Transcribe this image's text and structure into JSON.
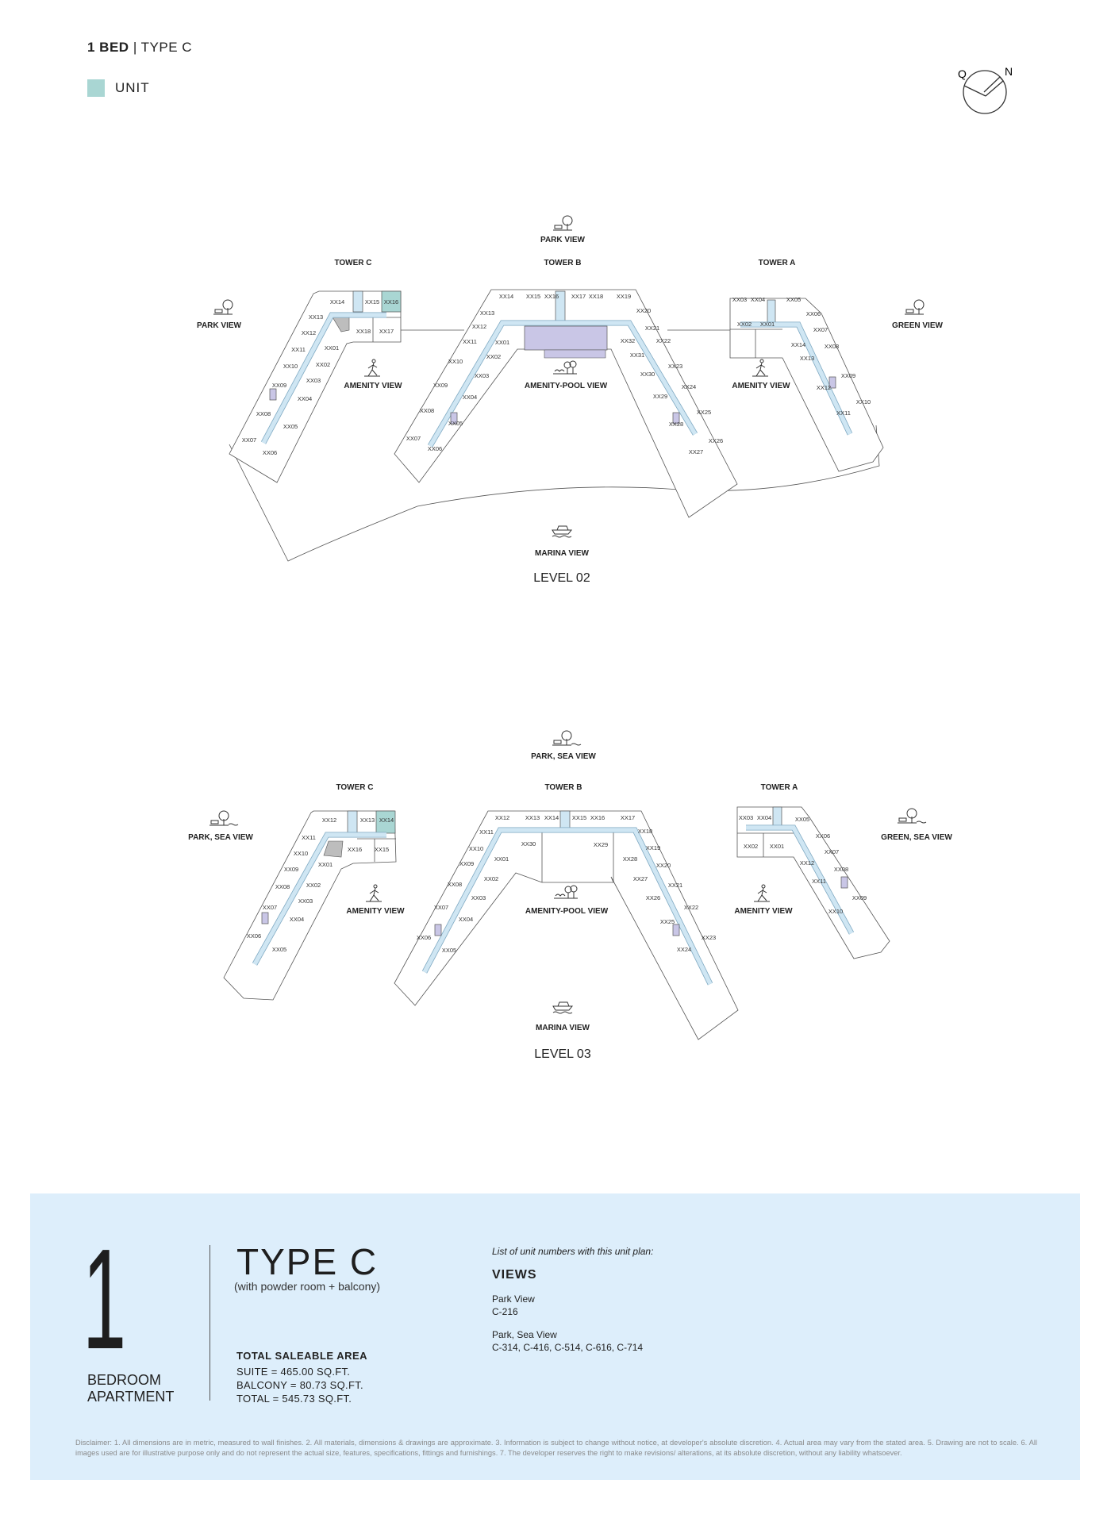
{
  "header": {
    "bed": "1 BED",
    "separator": "|",
    "type": "TYPE C"
  },
  "legend": {
    "label": "UNIT",
    "color": "#a9d6d3"
  },
  "compass": {
    "left_letter": "Q",
    "right_letter": "N"
  },
  "levels": [
    {
      "title": "LEVEL 02",
      "views": {
        "top": "PARK VIEW",
        "left": "PARK VIEW",
        "right": "GREEN VIEW",
        "bottom": "MARINA VIEW",
        "amenity_c": "AMENITY VIEW",
        "amenity_b": "AMENITY-POOL VIEW",
        "amenity_a": "AMENITY VIEW"
      },
      "towers": [
        {
          "name": "TOWER C",
          "highlighted_unit": "XX16",
          "units": [
            "XX14",
            "XX15",
            "XX16",
            "XX13",
            "XX12",
            "XX11",
            "XX10",
            "XX09",
            "XX08",
            "XX07",
            "XX06",
            "XX05",
            "XX04",
            "XX03",
            "XX02",
            "XX01",
            "XX18",
            "XX17"
          ]
        },
        {
          "name": "TOWER B",
          "units": [
            "XX14",
            "XX15",
            "XX16",
            "XX17",
            "XX18",
            "XX19",
            "XX20",
            "XX21",
            "XX22",
            "XX23",
            "XX24",
            "XX25",
            "XX26",
            "XX27",
            "XX28",
            "XX29",
            "XX30",
            "XX31",
            "XX32",
            "XX13",
            "XX12",
            "XX11",
            "XX10",
            "XX09",
            "XX08",
            "XX07",
            "XX06",
            "XX05",
            "XX04",
            "XX03",
            "XX02",
            "XX01"
          ]
        },
        {
          "name": "TOWER A",
          "units": [
            "XX03",
            "XX04",
            "XX05",
            "XX02",
            "XX01",
            "XX06",
            "XX07",
            "XX08",
            "XX09",
            "XX10",
            "XX11",
            "XX12",
            "XX13",
            "XX14"
          ]
        }
      ]
    },
    {
      "title": "LEVEL 03",
      "views": {
        "top": "PARK, SEA VIEW",
        "left": "PARK, SEA VIEW",
        "right": "GREEN, SEA VIEW",
        "bottom": "MARINA VIEW",
        "amenity_c": "AMENITY VIEW",
        "amenity_b": "AMENITY-POOL VIEW",
        "amenity_a": "AMENITY VIEW"
      },
      "towers": [
        {
          "name": "TOWER C",
          "highlighted_unit": "XX14",
          "units": [
            "XX12",
            "XX13",
            "XX14",
            "XX16",
            "XX15",
            "XX11",
            "XX10",
            "XX09",
            "XX08",
            "XX07",
            "XX06",
            "XX05",
            "XX04",
            "XX03",
            "XX02",
            "XX01"
          ]
        },
        {
          "name": "TOWER B",
          "units": [
            "XX12",
            "XX13",
            "XX14",
            "XX15",
            "XX16",
            "XX17",
            "XX30",
            "XX29",
            "XX11",
            "XX10",
            "XX09",
            "XX08",
            "XX07",
            "XX06",
            "XX05",
            "XX04",
            "XX03",
            "XX02",
            "XX01",
            "XX18",
            "XX19",
            "XX20",
            "XX21",
            "XX22",
            "XX23",
            "XX24",
            "XX25",
            "XX26",
            "XX27",
            "XX28"
          ]
        },
        {
          "name": "TOWER A",
          "units": [
            "XX03",
            "XX04",
            "XX05",
            "XX02",
            "XX01",
            "XX06",
            "XX07",
            "XX08",
            "XX09",
            "XX10",
            "XX11",
            "XX12"
          ]
        }
      ]
    }
  ],
  "summary": {
    "bedrooms": "1",
    "bedroom_line1": "BEDROOM",
    "bedroom_line2": "APARTMENT",
    "type_title": "TYPE C",
    "type_subtitle": "(with powder room + balcony)",
    "area_title": "TOTAL SALEABLE AREA",
    "suite": "SUITE = 465.00 SQ.FT.",
    "balcony": "BALCONY = 80.73 SQ.FT.",
    "total": "TOTAL = 545.73 SQ.FT.",
    "list_intro": "List of unit numbers with this unit plan:",
    "views_title": "VIEWS",
    "view_groups": [
      {
        "name": "Park View",
        "units": "C-216"
      },
      {
        "name": "Park, Sea View",
        "units": "C-314, C-416, C-514, C-616, C-714"
      }
    ]
  },
  "disclaimer": "Disclaimer: 1. All dimensions are in metric, measured to wall finishes. 2. All materials, dimensions & drawings are approximate. 3. Information is subject to change without notice, at developer's absolute discretion. 4. Actual area may vary from the stated area. 5. Drawing are not to scale. 6. All images used are for illustrative purpose only and do not represent the actual size, features, specifications, fittings and furnishings. 7. The developer reserves the right to make revisions/ alterations, at its absolute discretion, without any liability whatsoever.",
  "colors": {
    "panel": "#ddeefb",
    "corridor": "#cfe6f3",
    "highlight": "#a9d6d3",
    "core": "#c9c6e6"
  }
}
